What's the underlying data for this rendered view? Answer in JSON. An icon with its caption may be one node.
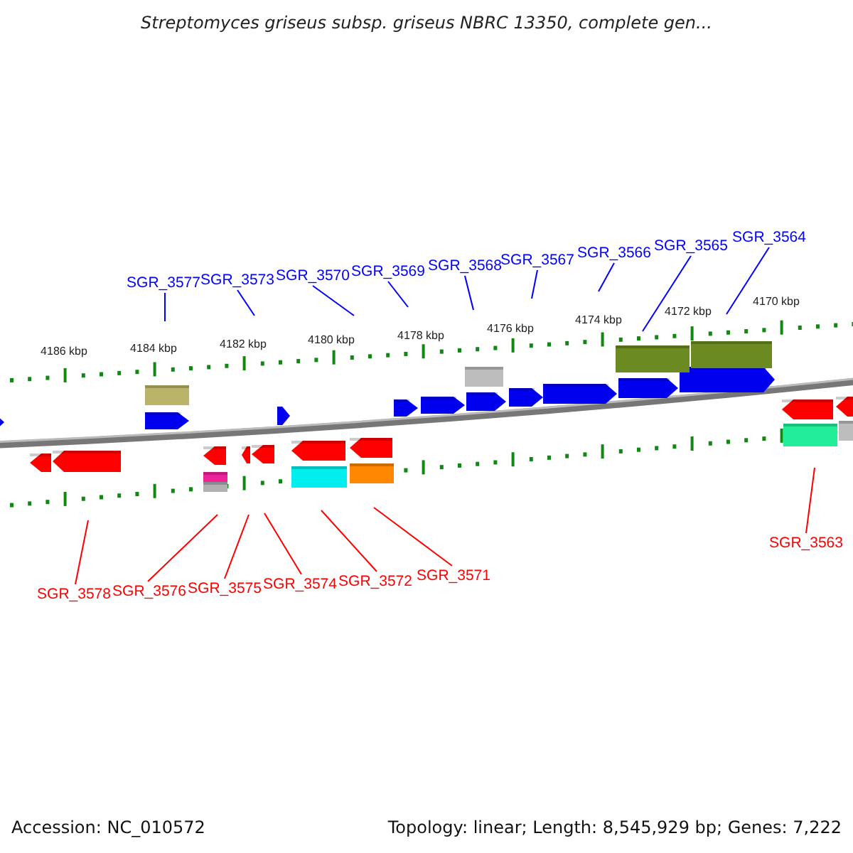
{
  "diagram": {
    "title": "Streptomyces griseus subsp. griseus NBRC 13350, complete gen...",
    "nodes": [
      {
        "text": [
          "SGR_3577"
        ]
      },
      {
        "text": [
          "SGR_3573"
        ]
      },
      {
        "text": [
          "SGR_3570"
        ]
      },
      {
        "text": [
          "SGR_3569"
        ]
      },
      {
        "text": [
          "SGR_3568"
        ]
      },
      {
        "text": [
          "SGR_3567"
        ]
      },
      {
        "text": [
          "SGR_3566"
        ]
      },
      {
        "text": [
          "SGR_3565"
        ]
      },
      {
        "text": [
          "SGR_3564"
        ]
      },
      {
        "text": [
          "SGR_3563"
        ]
      },
      {
        "text": [
          "SGR_3578"
        ]
      },
      {
        "text": [
          "SGR_3576"
        ]
      },
      {
        "text": [
          "SGR_3575"
        ]
      },
      {
        "text": [
          "SGR_3574"
        ]
      },
      {
        "text": [
          "SGR_3572"
        ]
      },
      {
        "text": [
          "SGR_3571"
        ]
      }
    ],
    "edges": [
      {
        "from": 0,
        "to": null,
        "arrow": "none"
      },
      {
        "from": 1,
        "to": null,
        "arrow": "none"
      },
      {
        "from": 2,
        "to": null,
        "arrow": "none"
      },
      {
        "from": 3,
        "to": null,
        "arrow": "none"
      },
      {
        "from": 4,
        "to": null,
        "arrow": "none"
      },
      {
        "from": 5,
        "to": null,
        "arrow": "none"
      },
      {
        "from": 6,
        "to": null,
        "arrow": "none"
      },
      {
        "from": 7,
        "to": null,
        "arrow": "none"
      },
      {
        "from": 8,
        "to": null,
        "arrow": "none"
      },
      {
        "from": 9,
        "to": null,
        "arrow": "none",
        "color": "#ff0000"
      },
      {
        "from": 10,
        "to": null,
        "arrow": "none",
        "color": "#ff0000"
      },
      {
        "from": 11,
        "to": null,
        "arrow": "none",
        "color": "#ff0000"
      },
      {
        "from": 12,
        "to": null,
        "arrow": "none",
        "color": "#ff0000"
      },
      {
        "from": 13,
        "to": null,
        "arrow": "none",
        "color": "#ff0000"
      },
      {
        "from": 14,
        "to": null,
        "arrow": "none",
        "color": "#ff0000"
      },
      {
        "from": 15,
        "to": null,
        "arrow": "none",
        "color": "#ff0000"
      }
    ],
    "labels": [
      "4186 kbp",
      "4184 kbp",
      "4182 kbp",
      "4180 kbp",
      "4178 kbp",
      "4176 kbp",
      "4174 kbp",
      "4172 kbp",
      "4170 kbp",
      "Accession: NC_010572",
      "Topology: linear; Length: 8,545,929 bp; Genes: 7,222"
    ]
  }
}
